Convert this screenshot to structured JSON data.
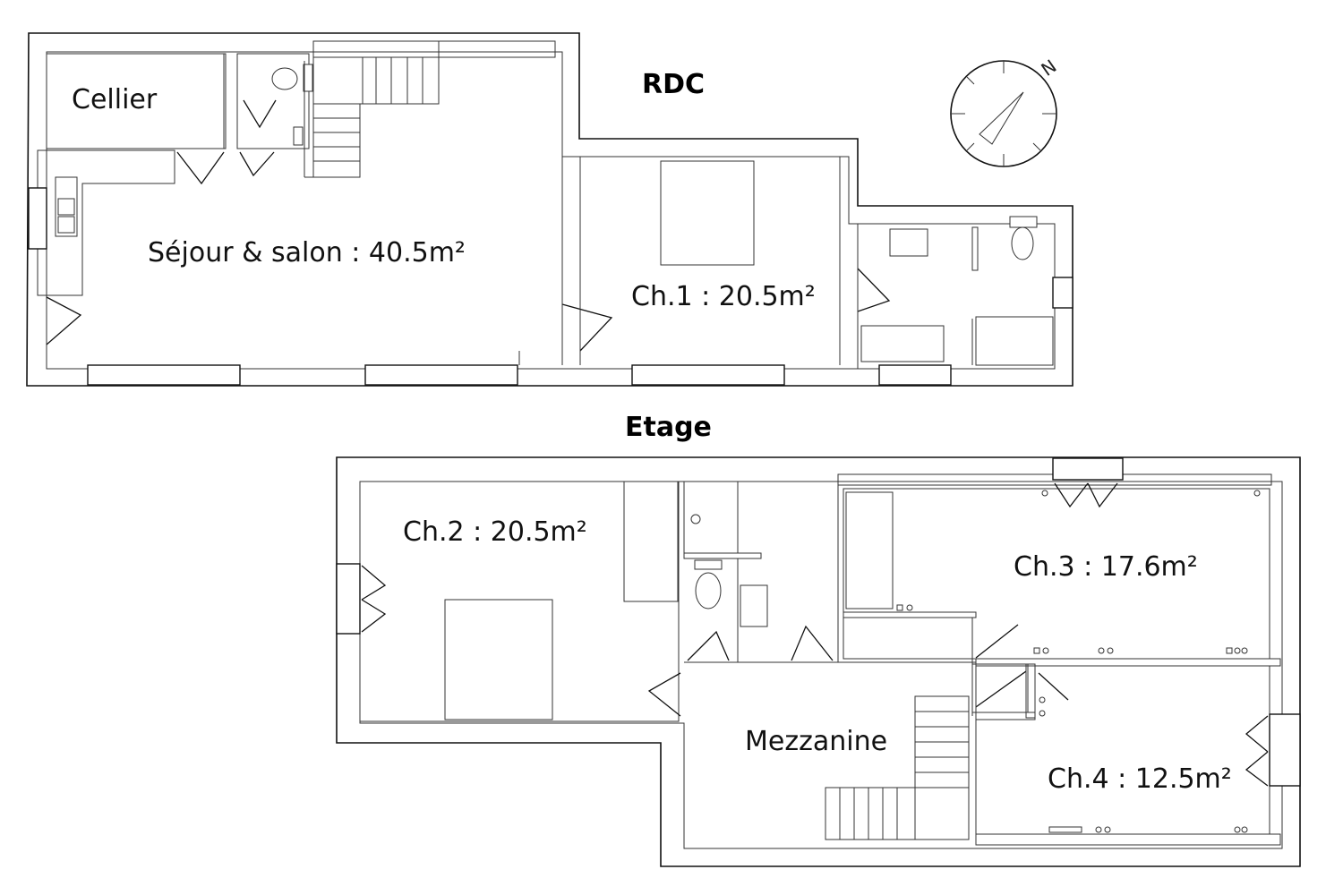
{
  "floors": {
    "ground": {
      "title": "RDC",
      "rooms": {
        "cellier": "Cellier",
        "sejour": "Séjour & salon : 40.5m²",
        "ch1": "Ch.1 : 20.5m²"
      }
    },
    "upper": {
      "title": "Etage",
      "rooms": {
        "ch2": "Ch.2 : 20.5m²",
        "ch3": "Ch.3 : 17.6m²",
        "mezzanine": "Mezzanine",
        "ch4": "Ch.4 : 12.5m²"
      }
    }
  },
  "compass": {
    "north_label": "N"
  }
}
